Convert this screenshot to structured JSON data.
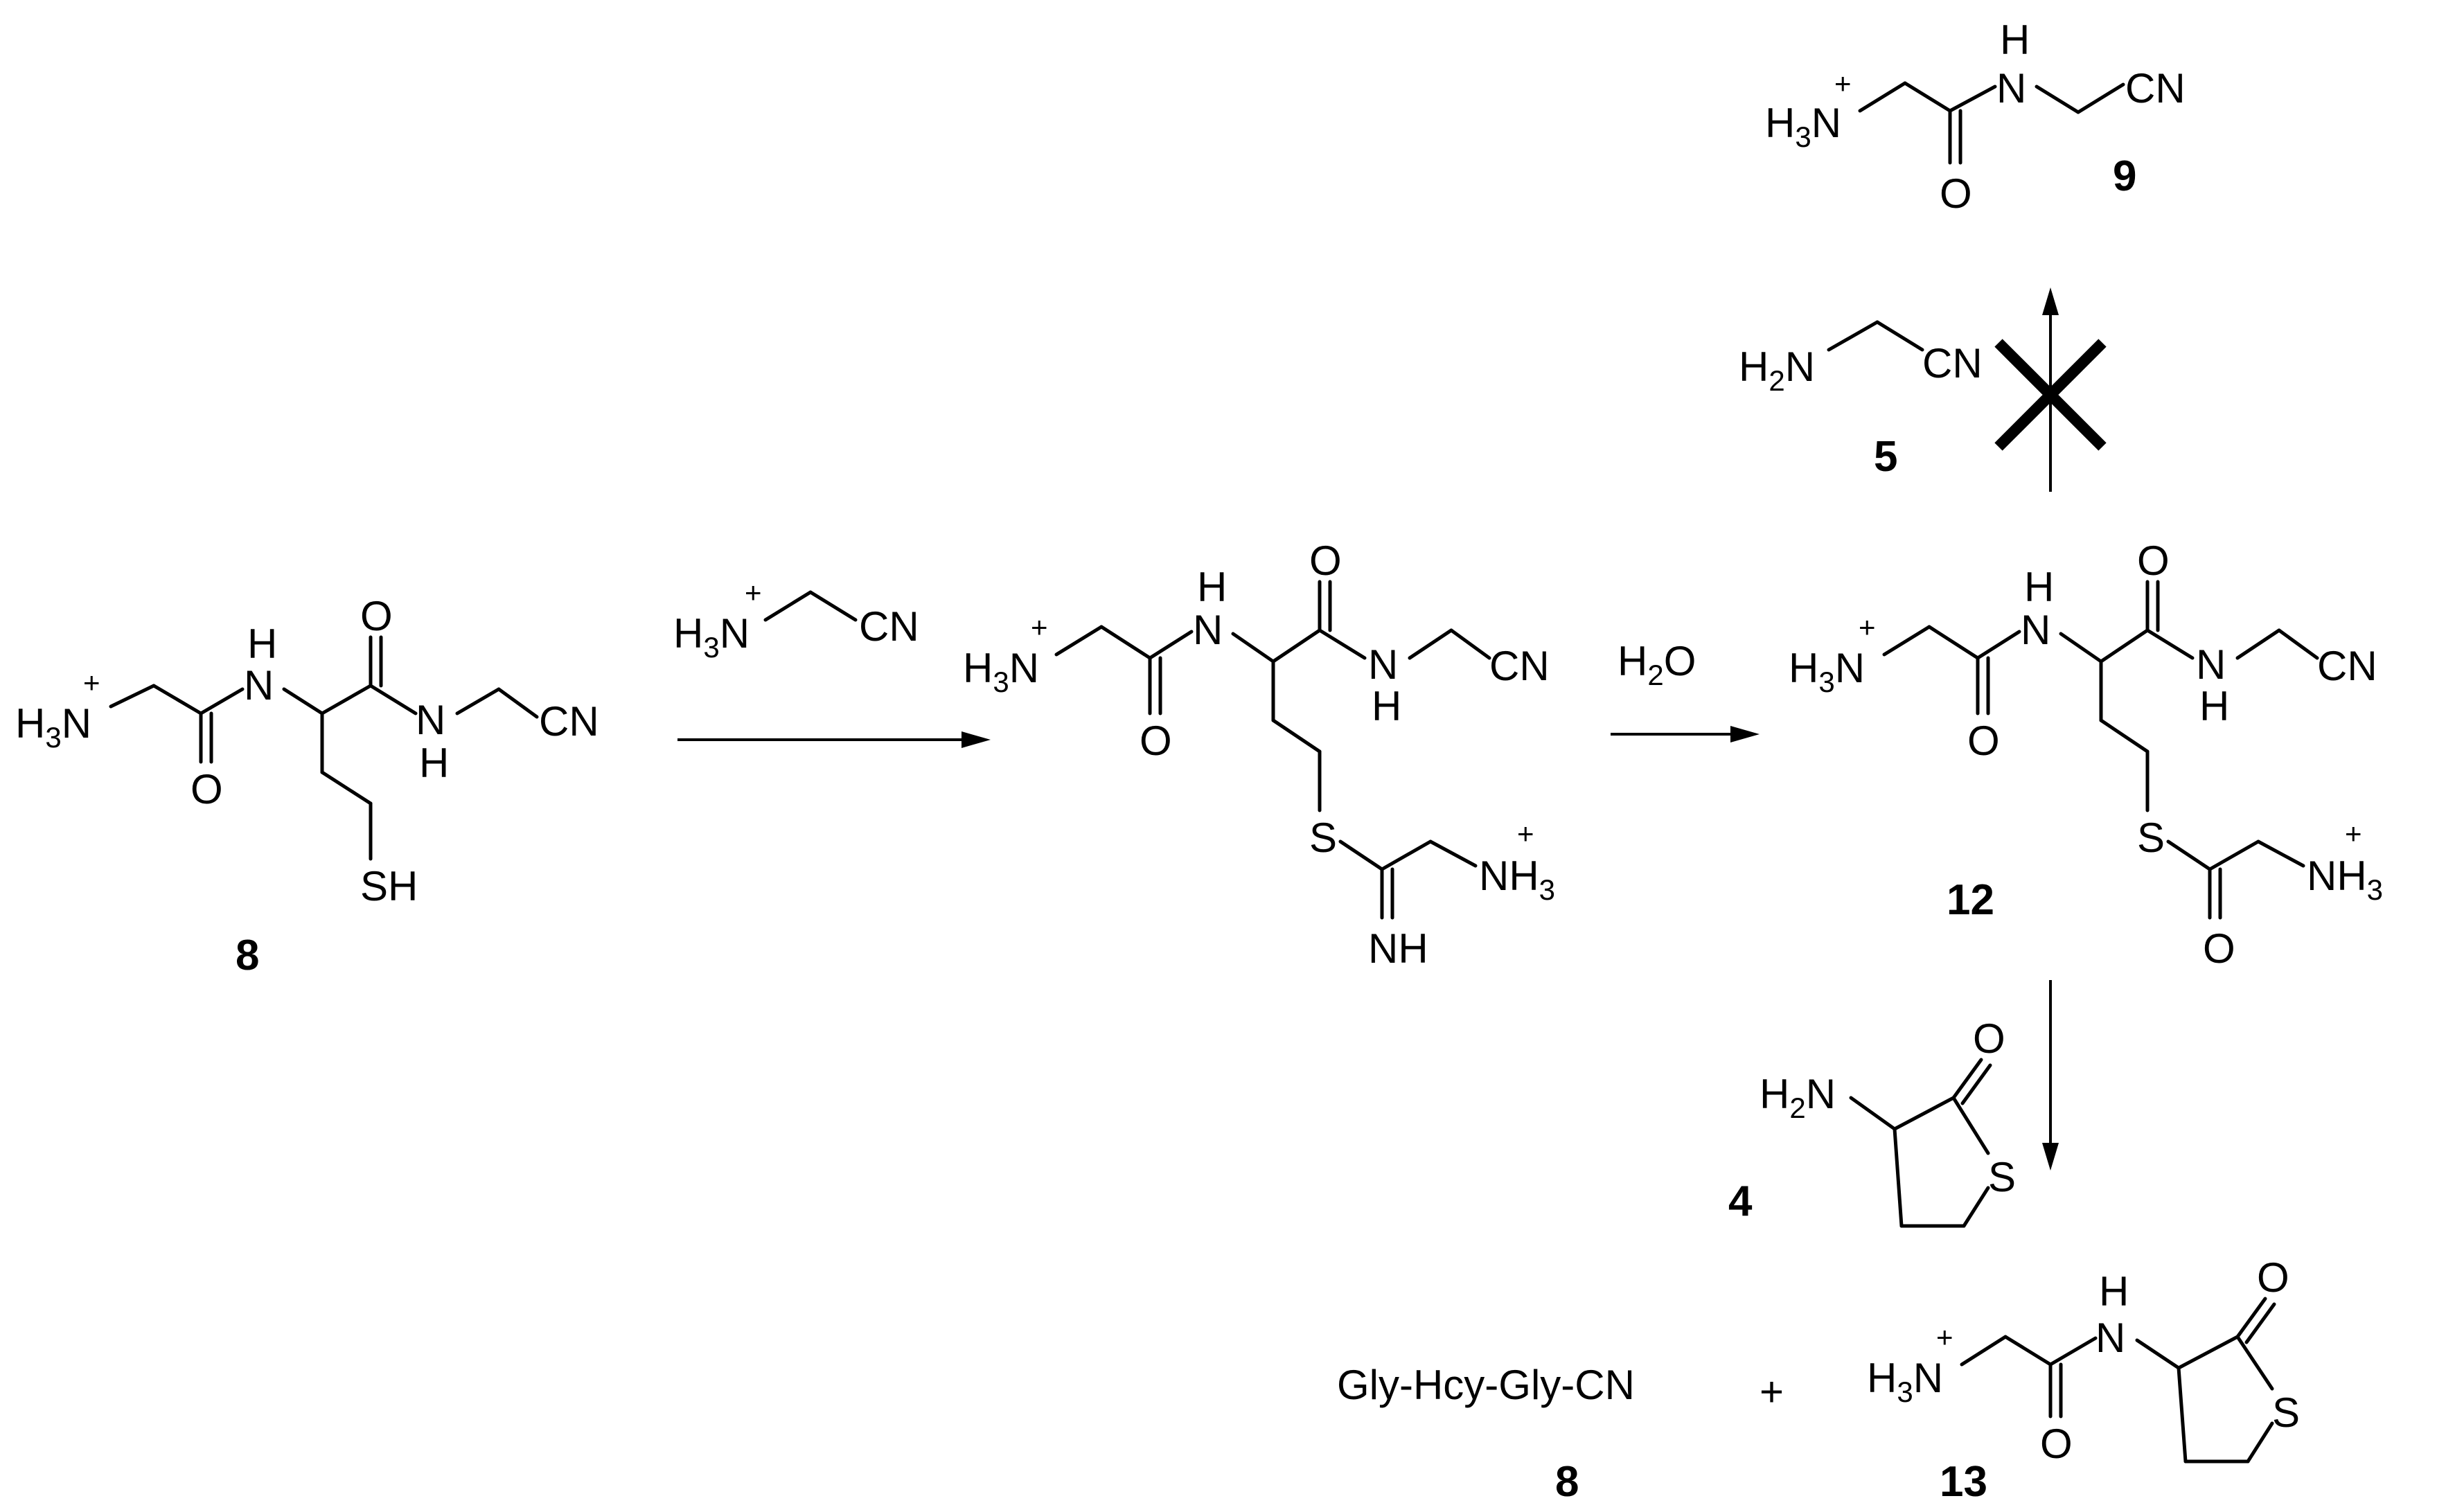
{
  "atoms": {
    "ammonium": "H3N",
    "ammonium_h": "H",
    "ammonium_n": "N",
    "ammonium_h3": "NH",
    "amine": "H2N",
    "amine_h": "H",
    "amine_n": "N",
    "nitrile": "CN",
    "amide_nh": "N",
    "amide_h": "H",
    "oxygen": "O",
    "thiol": "SH",
    "sulfur": "S",
    "imine": "NH",
    "sub3": "3",
    "sub2": "2",
    "charge": "+"
  },
  "reagents": {
    "water_h": "H",
    "water_sub": "2",
    "water_o": "O",
    "peptide_name": "Gly-Hcy-Gly-CN",
    "plus": "+"
  },
  "compounds": {
    "c8": "8",
    "c9": "9",
    "c5": "5",
    "c12": "12",
    "c4": "4",
    "c13": "13",
    "c8b": "8"
  }
}
